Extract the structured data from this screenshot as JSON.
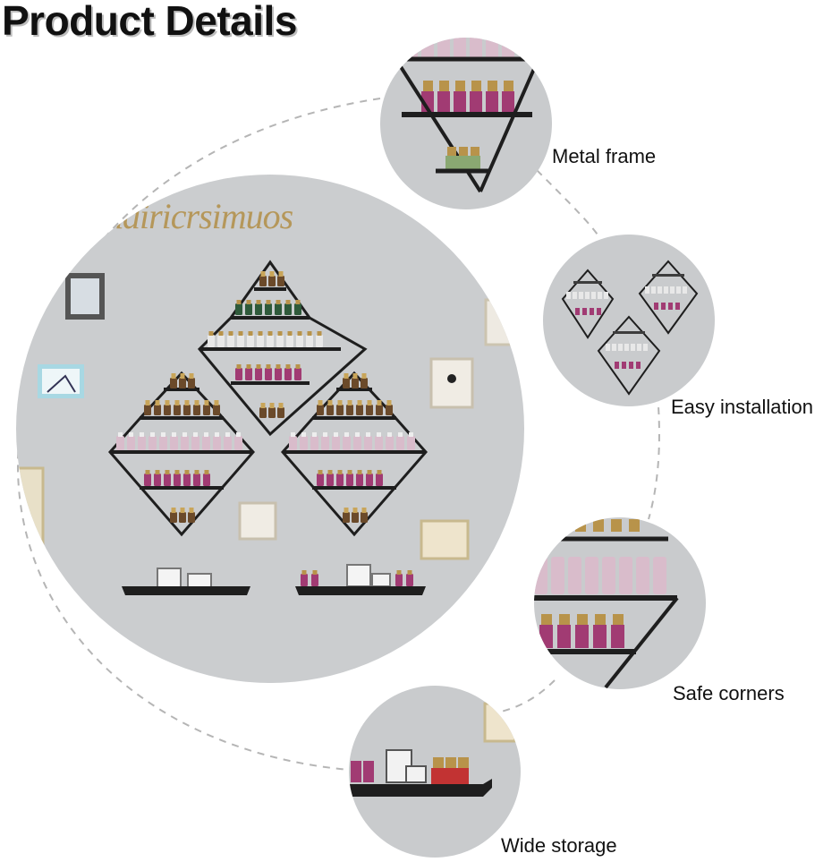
{
  "page_title": "Product Details",
  "wall_lettering": "hairicrsimuos",
  "features": [
    {
      "label": "Metal frame"
    },
    {
      "label": "Easy installation"
    },
    {
      "label": "Safe corners"
    },
    {
      "label": "Wide storage"
    }
  ],
  "colors": {
    "wall": "#c9cbcd",
    "frame": "#1e1e1e",
    "bottle_pink": "#d9bccb",
    "bottle_magenta": "#a13b73",
    "cap_gold": "#b8934a",
    "dashed_line": "#b5b5b5"
  }
}
